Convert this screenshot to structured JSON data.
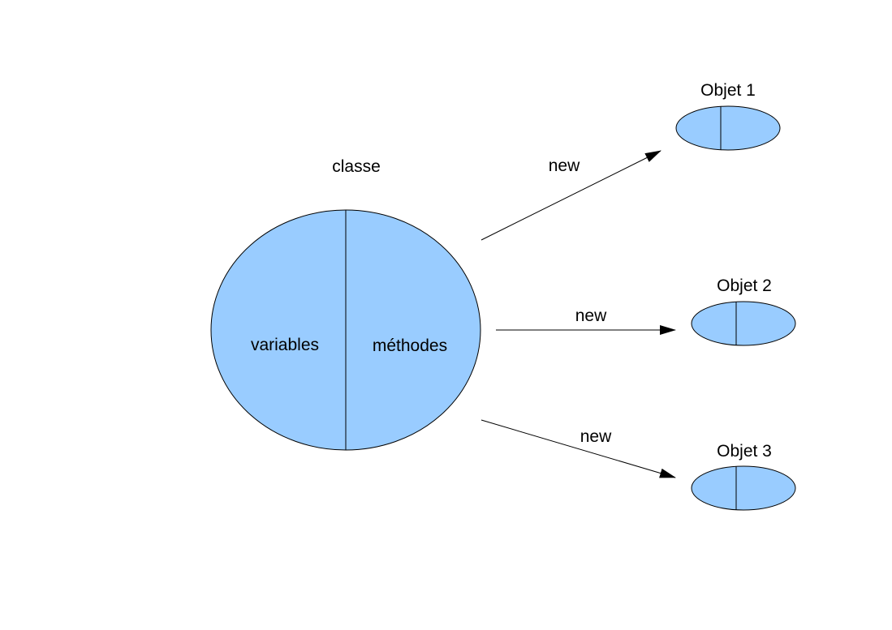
{
  "diagram": {
    "colors": {
      "fill": "#99ccff",
      "stroke": "#000000",
      "background": "#ffffff"
    },
    "class_node": {
      "title": "classe",
      "left_label": "variables",
      "right_label": "méthodes"
    },
    "objects": [
      {
        "label": "Objet 1"
      },
      {
        "label": "Objet 2"
      },
      {
        "label": "Objet 3"
      }
    ],
    "edges": [
      {
        "label": "new",
        "from": "classe",
        "to": "Objet 1"
      },
      {
        "label": "new",
        "from": "classe",
        "to": "Objet 2"
      },
      {
        "label": "new",
        "from": "classe",
        "to": "Objet 3"
      }
    ]
  }
}
